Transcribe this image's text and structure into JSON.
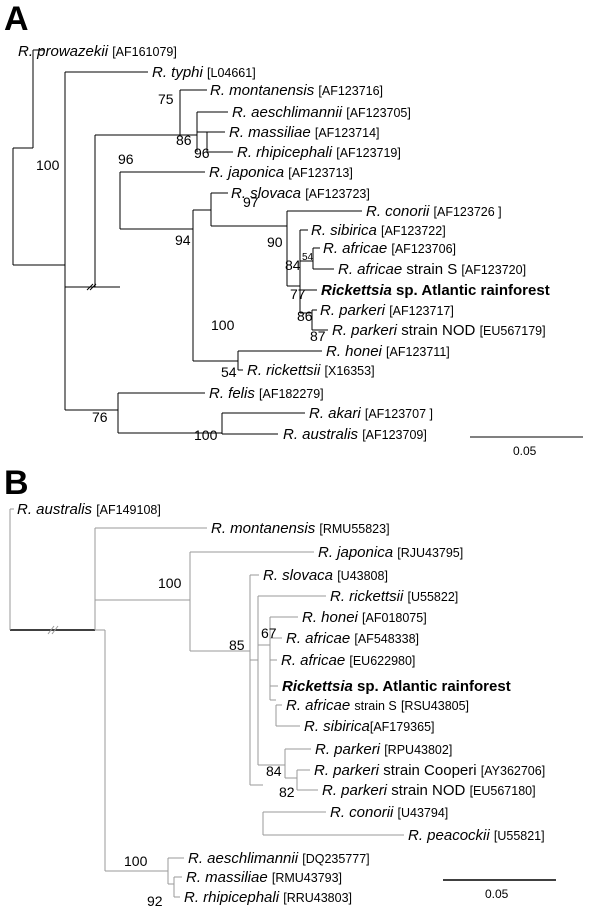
{
  "panelA": {
    "letter": "A",
    "scale": "0.05",
    "taxa": [
      {
        "sp": "R. prowazekii",
        "acc": "[AF161079]"
      },
      {
        "sp": "R. typhi",
        "acc": "[L04661]"
      },
      {
        "sp": "R. montanensis",
        "acc": "[AF123716]"
      },
      {
        "sp": "R. aeschlimannii",
        "acc": "[AF123705]"
      },
      {
        "sp": "R. massiliae",
        "acc": "[AF123714]"
      },
      {
        "sp": "R. rhipicephali",
        "acc": "[AF123719]"
      },
      {
        "sp": "R. japonica",
        "acc": "[AF123713]"
      },
      {
        "sp": "R. slovaca",
        "acc": "[AF123723]"
      },
      {
        "sp": "R. conorii",
        "acc": "[AF123726 ]"
      },
      {
        "sp": "R. sibirica",
        "acc": "[AF123722]"
      },
      {
        "sp": "R. africae",
        "acc": "[AF123706]"
      },
      {
        "sp": "R. africae",
        "extra": "strain S",
        "acc": "[AF123720]"
      },
      {
        "sp": "Rickettsia",
        "extra": "sp. Atlantic rainforest",
        "acc": ""
      },
      {
        "sp": "R. parkeri",
        "acc": "[AF123717]"
      },
      {
        "sp": "R. parkeri",
        "extra": "strain NOD",
        "acc": "[EU567179]"
      },
      {
        "sp": "R. honei",
        "acc": "[AF123711]"
      },
      {
        "sp": "R. rickettsii",
        "acc": "[X16353]"
      },
      {
        "sp": "R. felis",
        "acc": "[AF182279]"
      },
      {
        "sp": "R. akari",
        "acc": "[AF123707 ]"
      },
      {
        "sp": "R. australis",
        "acc": "[AF123709]"
      }
    ],
    "bootstraps": [
      "100",
      "75",
      "86",
      "96",
      "96",
      "97",
      "90",
      "94",
      "84",
      "54",
      "77",
      "86",
      "87",
      "100",
      "54",
      "76",
      "100"
    ]
  },
  "panelB": {
    "letter": "B",
    "scale": "0.05",
    "taxa": [
      {
        "sp": "R. australis",
        "acc": "[AF149108]"
      },
      {
        "sp": "R. montanensis",
        "acc": "[RMU55823]"
      },
      {
        "sp": "R. japonica",
        "acc": "[RJU43795]"
      },
      {
        "sp": "R. slovaca",
        "acc": "[U43808]"
      },
      {
        "sp": "R. rickettsii",
        "acc": "[U55822]"
      },
      {
        "sp": "R. honei",
        "acc": "[AF018075]"
      },
      {
        "sp": "R. africae",
        "acc": "[AF548338]"
      },
      {
        "sp": "R. africae",
        "acc": "[EU622980]"
      },
      {
        "sp": "Rickettsia",
        "extra": "sp. Atlantic rainforest",
        "acc": ""
      },
      {
        "sp": "R. africae",
        "extra": "strain S",
        "acc": "[RSU43805]"
      },
      {
        "sp": "R. sibirica",
        "acc": "[AF179365]"
      },
      {
        "sp": "R. parkeri",
        "acc": "[RPU43802]"
      },
      {
        "sp": "R. parkeri",
        "extra": "strain Cooperi",
        "acc": "[AY362706]"
      },
      {
        "sp": "R. parkeri",
        "extra": "strain NOD",
        "acc": "[EU567180]"
      },
      {
        "sp": "R. conorii",
        "acc": "[U43794]"
      },
      {
        "sp": "R. peacockii",
        "acc": "[U55821]"
      },
      {
        "sp": "R. aeschlimannii",
        "acc": "[DQ235777]"
      },
      {
        "sp": "R. massiliae",
        "acc": "[RMU43793]"
      },
      {
        "sp": "R. rhipicephali",
        "acc": "[RRU43803]"
      }
    ],
    "bootstraps": [
      "100",
      "85",
      "67",
      "84",
      "82",
      "100",
      "92"
    ]
  }
}
